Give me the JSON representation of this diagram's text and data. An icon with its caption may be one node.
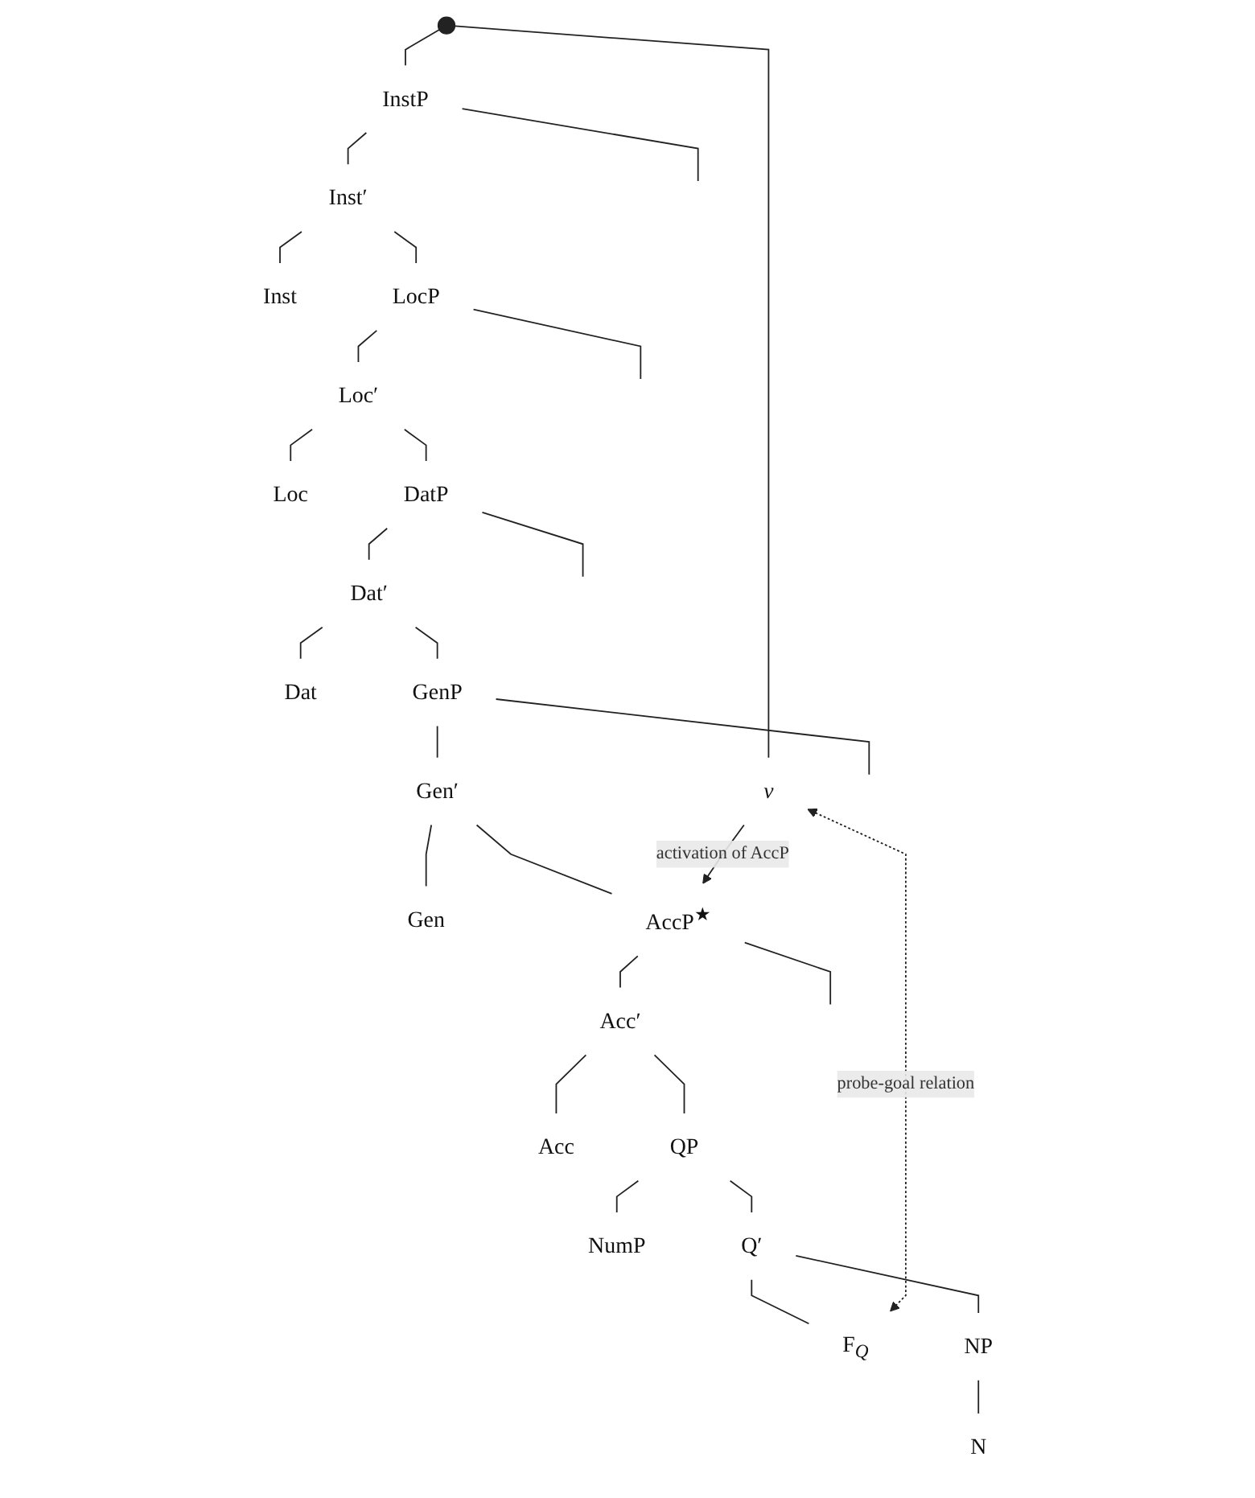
{
  "diagram": {
    "nodes": [
      {
        "text": [],
        "shape": "point"
      },
      {
        "text": [
          "v"
        ]
      },
      {
        "text": [
          "InstP"
        ]
      },
      {
        "text": [
          "Inst′"
        ]
      },
      {
        "text": [
          "Inst"
        ]
      },
      {
        "text": [
          "LocP"
        ]
      },
      {
        "text": [
          "Loc′"
        ]
      },
      {
        "text": [
          "Loc"
        ]
      },
      {
        "text": [
          "DatP"
        ]
      },
      {
        "text": [
          "Dat′"
        ]
      },
      {
        "text": [
          "Dat"
        ]
      },
      {
        "text": [
          "GenP"
        ]
      },
      {
        "text": [
          "Gen′"
        ]
      },
      {
        "text": [
          "Gen"
        ]
      },
      {
        "text": [
          "AccP"
        ],
        "beside": [
          "★"
        ]
      },
      {
        "text": [
          "Acc′"
        ]
      },
      {
        "text": [
          "Acc"
        ]
      },
      {
        "text": [
          "QP"
        ]
      },
      {
        "text": [
          "NumP"
        ]
      },
      {
        "text": [
          "Q′"
        ]
      },
      {
        "text": [
          "F$_{Q}$"
        ]
      },
      {
        "text": [
          "NP"
        ]
      },
      {
        "text": [
          "N"
        ]
      }
    ],
    "edges": [
      {
        "from": 0,
        "to": 1,
        "arrow": "none"
      },
      {
        "from": 0,
        "to": 2,
        "arrow": "none"
      },
      {
        "from": 2,
        "to": null,
        "arrow": "none"
      },
      {
        "from": 2,
        "to": 3,
        "arrow": "none"
      },
      {
        "from": 3,
        "to": 4,
        "arrow": "none"
      },
      {
        "from": 3,
        "to": 5,
        "arrow": "none"
      },
      {
        "from": 5,
        "to": null,
        "arrow": "none"
      },
      {
        "from": 5,
        "to": 6,
        "arrow": "none"
      },
      {
        "from": 6,
        "to": 7,
        "arrow": "none"
      },
      {
        "from": 6,
        "to": 8,
        "arrow": "none"
      },
      {
        "from": 8,
        "to": null,
        "arrow": "none"
      },
      {
        "from": 8,
        "to": 9,
        "arrow": "none"
      },
      {
        "from": 9,
        "to": 10,
        "arrow": "none"
      },
      {
        "from": 9,
        "to": 11,
        "arrow": "none"
      },
      {
        "from": 11,
        "to": null,
        "arrow": "none"
      },
      {
        "from": 11,
        "to": 12,
        "arrow": "none"
      },
      {
        "from": 12,
        "to": 13,
        "arrow": "none"
      },
      {
        "from": 12,
        "to": 14,
        "arrow": "none"
      },
      {
        "from": 14,
        "to": null,
        "arrow": "none"
      },
      {
        "from": 14,
        "to": 15,
        "arrow": "none"
      },
      {
        "from": 15,
        "to": 16,
        "arrow": "none"
      },
      {
        "from": 15,
        "to": 17,
        "arrow": "none"
      },
      {
        "from": 17,
        "to": 18,
        "arrow": "none"
      },
      {
        "from": 17,
        "to": 19,
        "arrow": "none"
      },
      {
        "from": 19,
        "to": 20,
        "arrow": "none"
      },
      {
        "from": 19,
        "to": 21,
        "arrow": "none"
      },
      {
        "from": 21,
        "to": 22,
        "arrow": "none"
      },
      {
        "from": 1,
        "to": 14,
        "arrow": "to",
        "label": "activation of AccP"
      },
      {
        "from": 1,
        "to": 20,
        "arrow": "both",
        "label": "probe-goal relation",
        "style": "dashed"
      }
    ]
  }
}
